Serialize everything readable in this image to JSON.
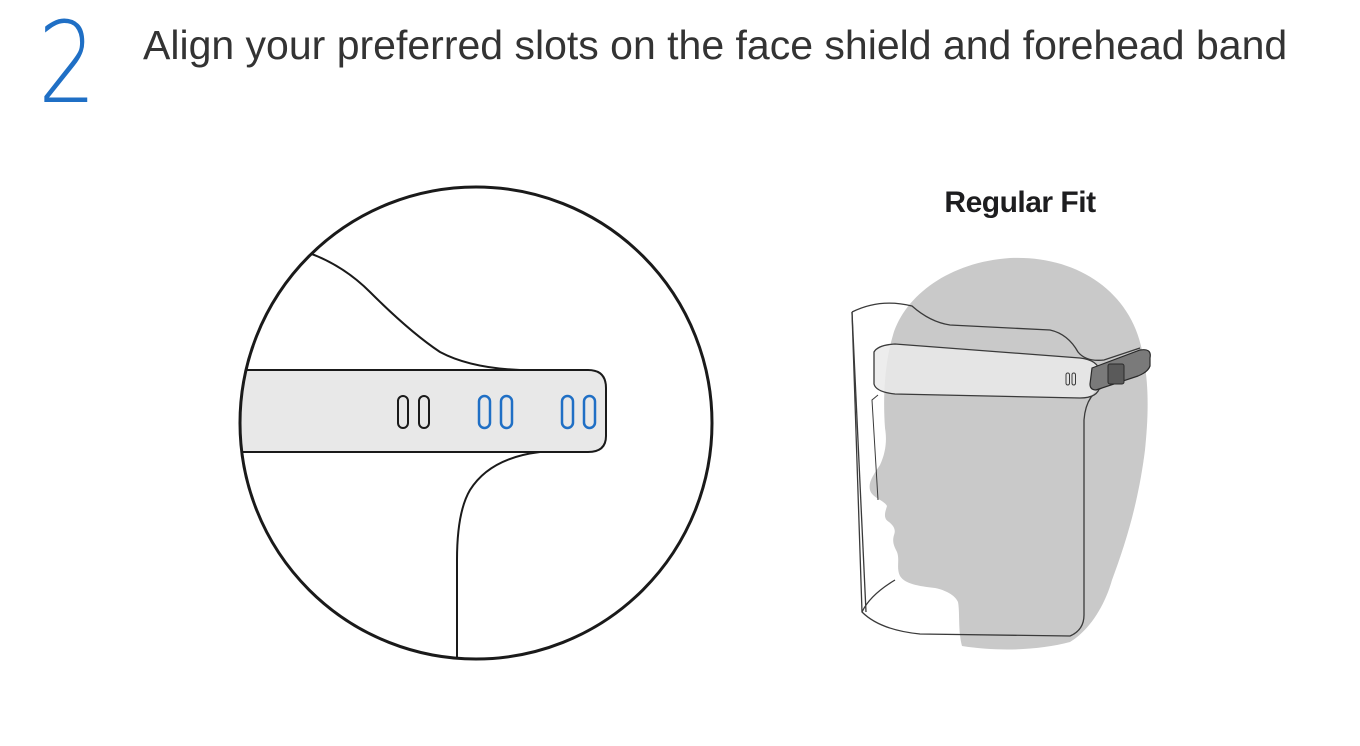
{
  "step": {
    "number": "2",
    "title": "Align your preferred slots on the face shield and forehead band"
  },
  "figure": {
    "fit_label": "Regular Fit"
  },
  "colors": {
    "accent": "#1f6fc5",
    "title_text": "#333333",
    "band_fill": "#e8e8e8",
    "head_fill": "#c9c9c9",
    "outline": "#1a1a1a"
  }
}
